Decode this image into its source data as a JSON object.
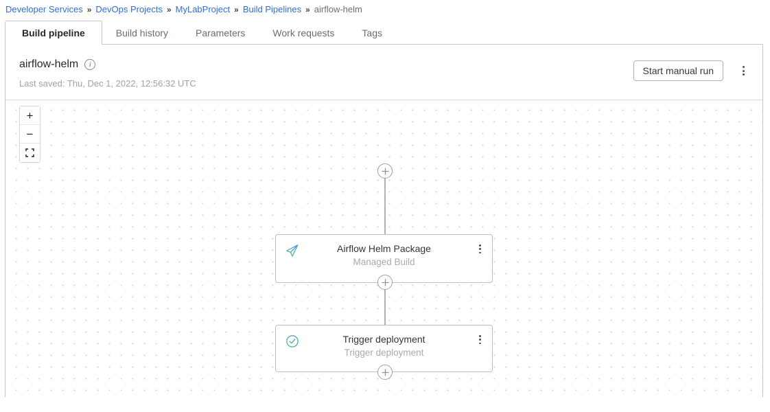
{
  "breadcrumb": {
    "separator": "»",
    "items": [
      {
        "label": "Developer Services"
      },
      {
        "label": "DevOps Projects"
      },
      {
        "label": "MyLabProject"
      },
      {
        "label": "Build Pipelines"
      },
      {
        "label": "airflow-helm"
      }
    ]
  },
  "tabs": [
    {
      "label": "Build pipeline",
      "active": true
    },
    {
      "label": "Build history",
      "active": false
    },
    {
      "label": "Parameters",
      "active": false
    },
    {
      "label": "Work requests",
      "active": false
    },
    {
      "label": "Tags",
      "active": false
    }
  ],
  "header": {
    "title": "airflow-helm",
    "info_icon": "i",
    "last_saved": "Last saved: Thu, Dec 1, 2022, 12:56:32 UTC",
    "start_manual_run_label": "Start manual run"
  },
  "canvas": {
    "zoom_controls": {
      "zoom_in": "+",
      "zoom_out": "−",
      "fit": "fit-to-screen"
    },
    "nodes": [
      {
        "title": "Airflow Helm Package",
        "subtitle": "Managed Build",
        "icon": "paper-plane-icon"
      },
      {
        "title": "Trigger deployment",
        "subtitle": "Trigger deployment",
        "icon": "check-circle-icon"
      }
    ]
  },
  "colors": {
    "link_blue": "#2e6fd9",
    "icon_gradient_blue": "#4e9de6",
    "icon_gradient_green": "#5fbe7d",
    "panel_border": "#c4c6cb",
    "muted_text": "#9fa2a7",
    "grid_dot": "#d2d4d8"
  }
}
